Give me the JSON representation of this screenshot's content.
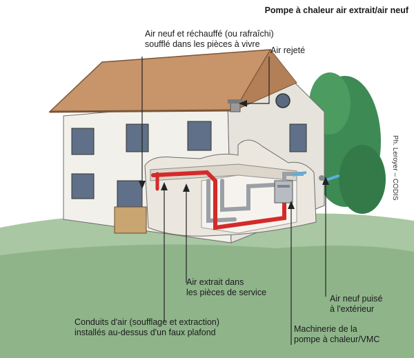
{
  "title": "Pompe à chaleur air extrait/air neuf",
  "labels": {
    "air_neuf": [
      "Air neuf et réchauffé (ou rafraîchi)",
      "soufflé dans les pièces à vivre"
    ],
    "air_rejete": [
      "Air rejeté"
    ],
    "air_extrait": [
      "Air extrait dans",
      "les pièces de service"
    ],
    "conduits": [
      "Conduits d'air (soufflage et extraction)",
      "installés au-dessus d'un faux plafond"
    ],
    "air_puise": [
      "Air neuf puisé",
      "à l'extérieur"
    ],
    "machinerie": [
      "Machinerie de la",
      "pompe à chaleur/VMC"
    ]
  },
  "credit": "Ph. Leroyer – CODIS",
  "colors": {
    "roof": "#c8946a",
    "wall": "#f2f0ea",
    "grass": "#7fa67a",
    "tree": "#3d8a55",
    "supply_duct": "#d42a2a",
    "extract_duct": "#9aa0a6",
    "fresh_air": "#5ab0e0"
  }
}
